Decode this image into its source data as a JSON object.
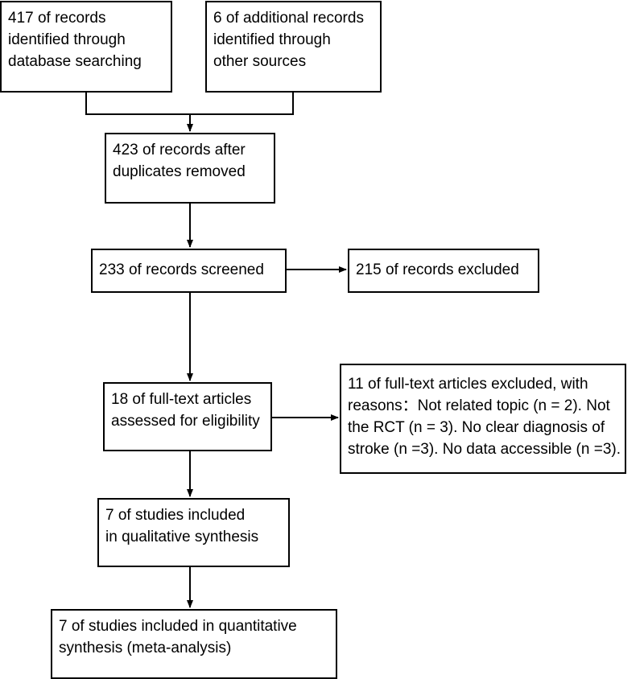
{
  "flowchart": {
    "records_database": [
      "417 of records",
      "identified through",
      "database searching"
    ],
    "records_other": [
      "6 of additional records",
      "identified through",
      "other sources"
    ],
    "after_duplicates": [
      "423 of records after",
      "duplicates removed"
    ],
    "screened": [
      "233 of records screened"
    ],
    "excluded": [
      "215 of records excluded"
    ],
    "fulltext_excluded": [
      "11 of full-text articles excluded, with",
      "reasons：Not related topic (n = 2). Not",
      "the RCT (n = 3). No clear diagnosis of",
      "stroke (n =3). No data accessible (n =3)."
    ],
    "fulltext_assessed": [
      "18 of full-text articles",
      "assessed for eligibility"
    ],
    "qualitative": [
      "7 of studies included",
      "in qualitative synthesis"
    ],
    "quantitative": [
      "7 of studies included in quantitative",
      "synthesis (meta-analysis)"
    ]
  }
}
